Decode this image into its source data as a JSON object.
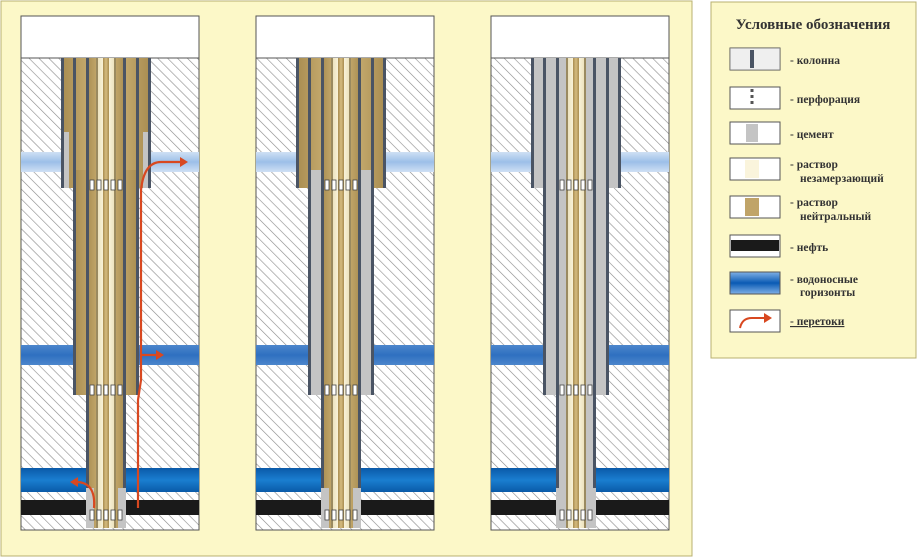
{
  "legend": {
    "title": "Условные обозначения",
    "items": [
      {
        "key": "column",
        "lines": [
          "- колонна"
        ]
      },
      {
        "key": "perforation",
        "lines": [
          "- перфорация"
        ]
      },
      {
        "key": "cement",
        "lines": [
          "- цемент"
        ]
      },
      {
        "key": "antifreeze_fluid",
        "lines": [
          "- раствор",
          "незамерзающий"
        ]
      },
      {
        "key": "neutral_fluid",
        "lines": [
          "- раствор",
          "нейтральный"
        ]
      },
      {
        "key": "oil",
        "lines": [
          "- нефть"
        ]
      },
      {
        "key": "aquifers",
        "lines": [
          "- водоносные",
          "горизонты"
        ]
      },
      {
        "key": "crossflows",
        "lines": [
          "- перетоки"
        ]
      }
    ]
  },
  "colors": {
    "panel_bg": "#fcf8c8",
    "legend_bg": "#fcf8c8",
    "hatch_bg": "#ffffff",
    "hatch_line": "#8a8a8a",
    "column": "#4a5464",
    "cement": "#c4c4c4",
    "neutral_fluid": "#c0a468",
    "antifreeze_fluid": "#faf4dc",
    "oil": "#1a1a1a",
    "aquifer_dark": "#0a64b8",
    "aquifer_light": "#a8c8ec",
    "crossflow": "#d84820"
  },
  "diagram": {
    "wells": [
      {
        "name": "well-1",
        "crossflows": true
      },
      {
        "name": "well-2",
        "crossflows": false
      },
      {
        "name": "well-3",
        "crossflows": false
      }
    ]
  }
}
